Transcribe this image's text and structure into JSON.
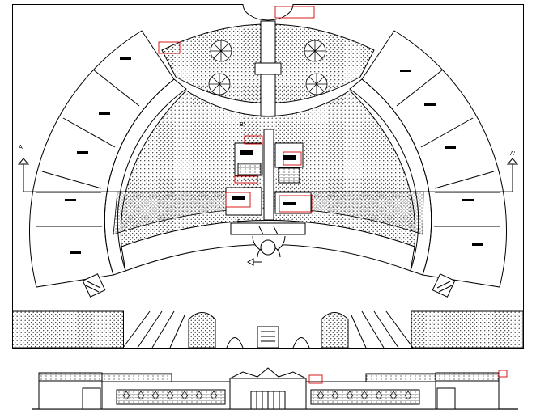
{
  "plan": {
    "section_marks": {
      "left": "A",
      "right": "A'",
      "top": "B'",
      "bottom": "B"
    }
  },
  "colors": {
    "line": "#000000",
    "annotation": "#d40000",
    "background": "#ffffff"
  },
  "icons": [
    "north-arrow-icon",
    "section-arrow-icon",
    "tree-symbol-icon"
  ]
}
